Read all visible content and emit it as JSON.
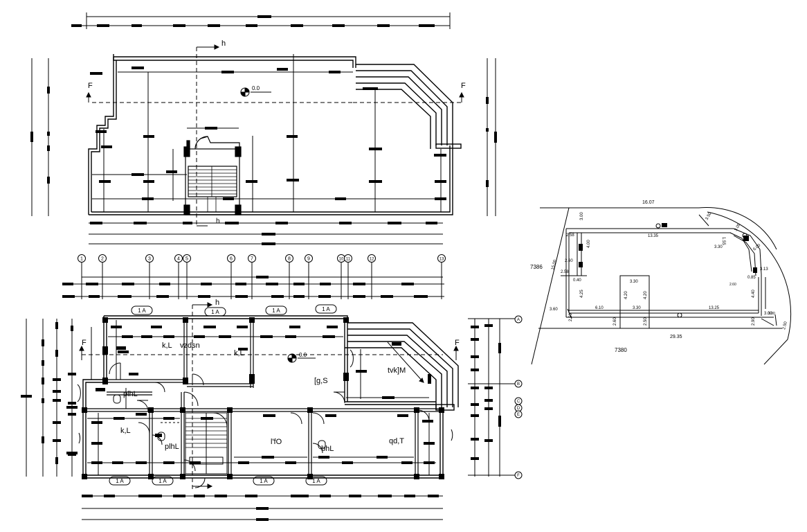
{
  "top_plan": {
    "section_mark": "h",
    "section_mark_bottom": "h",
    "cut_left": "F",
    "cut_right": "F",
    "level": "0.0"
  },
  "grid_axes": {
    "numbers": [
      "1",
      "2",
      "3",
      "4",
      "5",
      "6",
      "7",
      "8",
      "9",
      "10",
      "11",
      "12",
      "13"
    ],
    "letters": [
      "A",
      "B",
      "C",
      "D",
      "E",
      "F"
    ]
  },
  "ground_plan": {
    "section_mark": "h",
    "cut_left": "F",
    "cut_right": "F",
    "level": "0.0",
    "window_tags": [
      "1 A",
      "1 A",
      "1 A",
      "1 A",
      "1 A",
      "1 A",
      "1 A",
      "1 A"
    ],
    "room_labels": [
      "k,L",
      "vzdsn",
      "k,L",
      "[g,S",
      "tvk]M",
      "plhL",
      "k,L",
      "plhL",
      "l'fO",
      "bhL",
      "qd,T"
    ]
  },
  "site_plan": {
    "dims": {
      "top": "16.07",
      "d300": "3.00",
      "d258": "2.58",
      "d400": "4.00",
      "d1335": "13.35",
      "d350": "3.50",
      "d309": "3.09",
      "d155": "1.55",
      "d330a": "3.30",
      "d600": "6.00",
      "d313": "3.13",
      "d085": "0.85",
      "d260": "2.60",
      "d258b": "2.58",
      "d040": "0.40",
      "d1500": "15.00",
      "d425": "4.25",
      "d420a": "4.20",
      "d330b": "3.30",
      "d420b": "4.20",
      "d440": "4.40",
      "d360": "3.60",
      "d610": "6.10",
      "d330c": "3.30",
      "d1325": "13.25",
      "d260b": "2.60",
      "d250a": "2.50",
      "d250b": "2.50",
      "d300b": "3.00",
      "d290": "2.90",
      "bottom": "29.35",
      "d260c": "2.60",
      "d300c": "3.00",
      "d250c": "2.50"
    },
    "left_label": "7386",
    "bottom_label": "7380"
  }
}
